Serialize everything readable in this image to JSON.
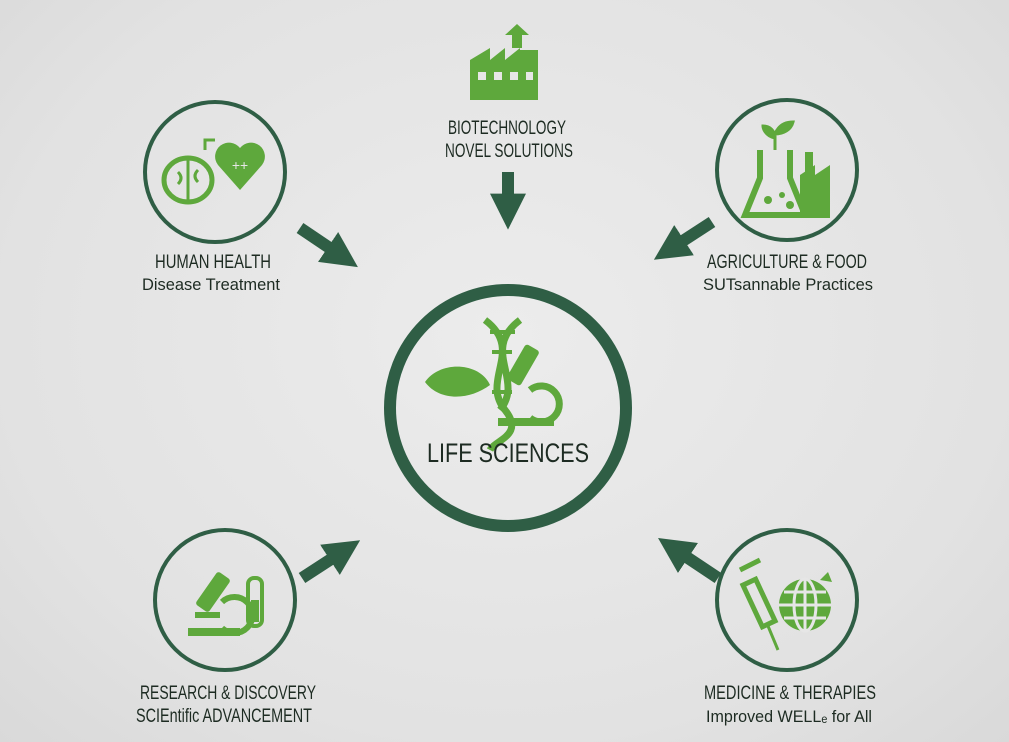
{
  "center": {
    "title": "LIFE SCIENCES",
    "icon": "dna-microscope-leaf-icon"
  },
  "nodes": [
    {
      "id": "biotechnology",
      "title": "BIOTECHNOLOGY",
      "subtitle": "NOVEL SOLUTIONS",
      "icon": "factory-growth-icon"
    },
    {
      "id": "human-health",
      "title": "HUMAN HEALTH",
      "subtitle": "Disease Treatment",
      "icon": "brain-heart-icon"
    },
    {
      "id": "agriculture-food",
      "title": "AGRICULTURE & FOOD",
      "subtitle": "SUTsannable Practices",
      "icon": "flask-plant-factory-icon"
    },
    {
      "id": "research-discovery",
      "title": "RESEARCH & DISCOVERY",
      "subtitle": "SCIEntific ADVANCEMENT",
      "icon": "microscope-testtube-icon"
    },
    {
      "id": "medicine-therapies",
      "title": "MEDICINE & THERAPIES",
      "subtitle": "Improved WELLₑ for All",
      "icon": "syringe-globe-icon"
    }
  ],
  "colors": {
    "dark_green": "#2f5e45",
    "bright_green": "#5ea83c",
    "text": "#1d2b22"
  }
}
